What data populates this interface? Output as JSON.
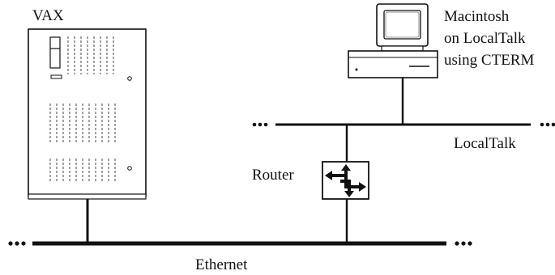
{
  "labels": {
    "vax": "VAX",
    "mac_line1": "Macintosh",
    "mac_line2": "on LocalTalk",
    "mac_line3": "using CTERM",
    "localtalk": "LocalTalk",
    "router": "Router",
    "ethernet": "Ethernet"
  }
}
